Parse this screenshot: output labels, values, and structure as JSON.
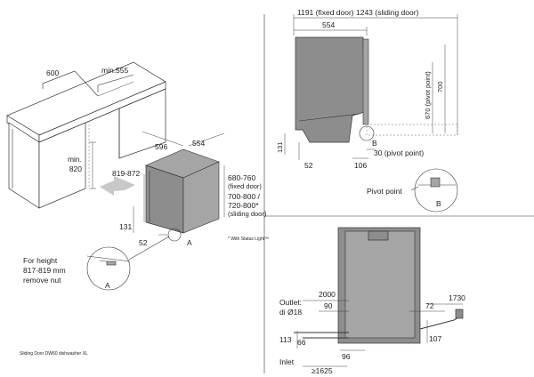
{
  "caption": "Sliding Door DW60 dishwasher XL",
  "iso": {
    "counter_depth": "600",
    "counter_width": "min.555",
    "min_height_label": "min.",
    "min_height_value": "820",
    "width": "596",
    "depth": "554",
    "height_range": "819-872",
    "h1": "680-760",
    "h1_note": "(fixed door)",
    "h2": "700-800 /",
    "h2b": "720-800*",
    "h2_note": "(sliding door)",
    "foot_height": "131",
    "foot_depth": "52",
    "marker": "A",
    "footnote": "* With Status Light™"
  },
  "height_note": {
    "line1": "For height",
    "line2": "817-819 mm",
    "line3": "remove nut",
    "marker": "A"
  },
  "side": {
    "top_dim": "1191 (fixed door) 1243 (sliding door)",
    "depth": "554",
    "pivot_670": "670 (pivot point)",
    "h700": "700",
    "h131": "131",
    "d52": "52",
    "d106": "106",
    "pivot_30": "30 (pivot point)",
    "marker_b": "B",
    "pivot_label": "Pivot point",
    "detail_b": "B"
  },
  "rear": {
    "outlet": "Outlet:",
    "outlet_dia": "di Ø18",
    "d2000": "2000",
    "d90": "90",
    "d72": "72",
    "d1730": "1730",
    "d113": "113",
    "d66": "66",
    "d107": "107",
    "d96": "96",
    "inlet": "Inlet",
    "d1625": "≥1625"
  }
}
